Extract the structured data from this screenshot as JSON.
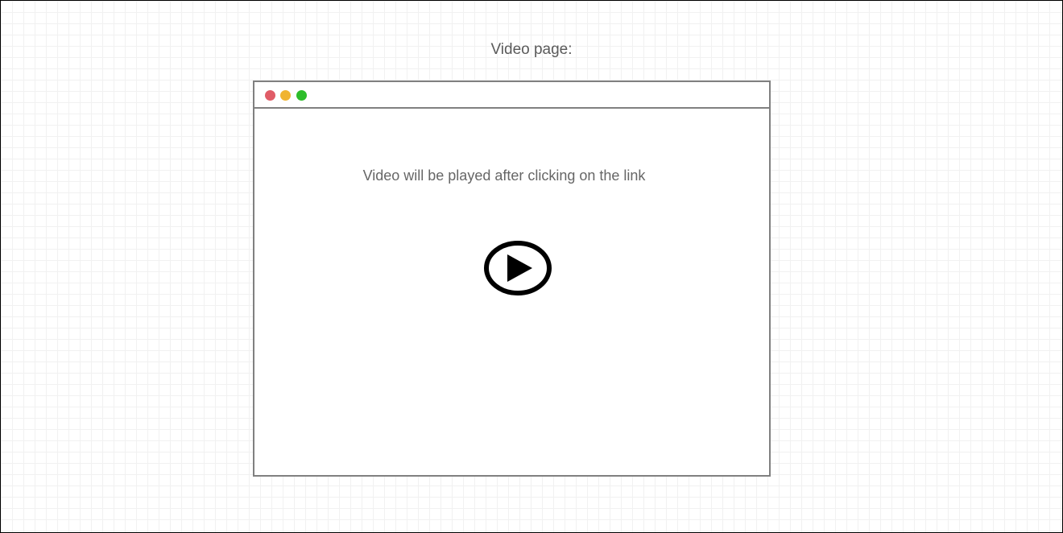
{
  "page": {
    "title": "Video page:"
  },
  "browser_window": {
    "controls": [
      {
        "name": "close",
        "color": "#e05c67"
      },
      {
        "name": "minimize",
        "color": "#f0b431"
      },
      {
        "name": "maximize",
        "color": "#2dbd2a"
      }
    ],
    "message": "Video will be played after clicking on the link",
    "play_icon": "play-circle-icon",
    "border_color": "#808080"
  }
}
